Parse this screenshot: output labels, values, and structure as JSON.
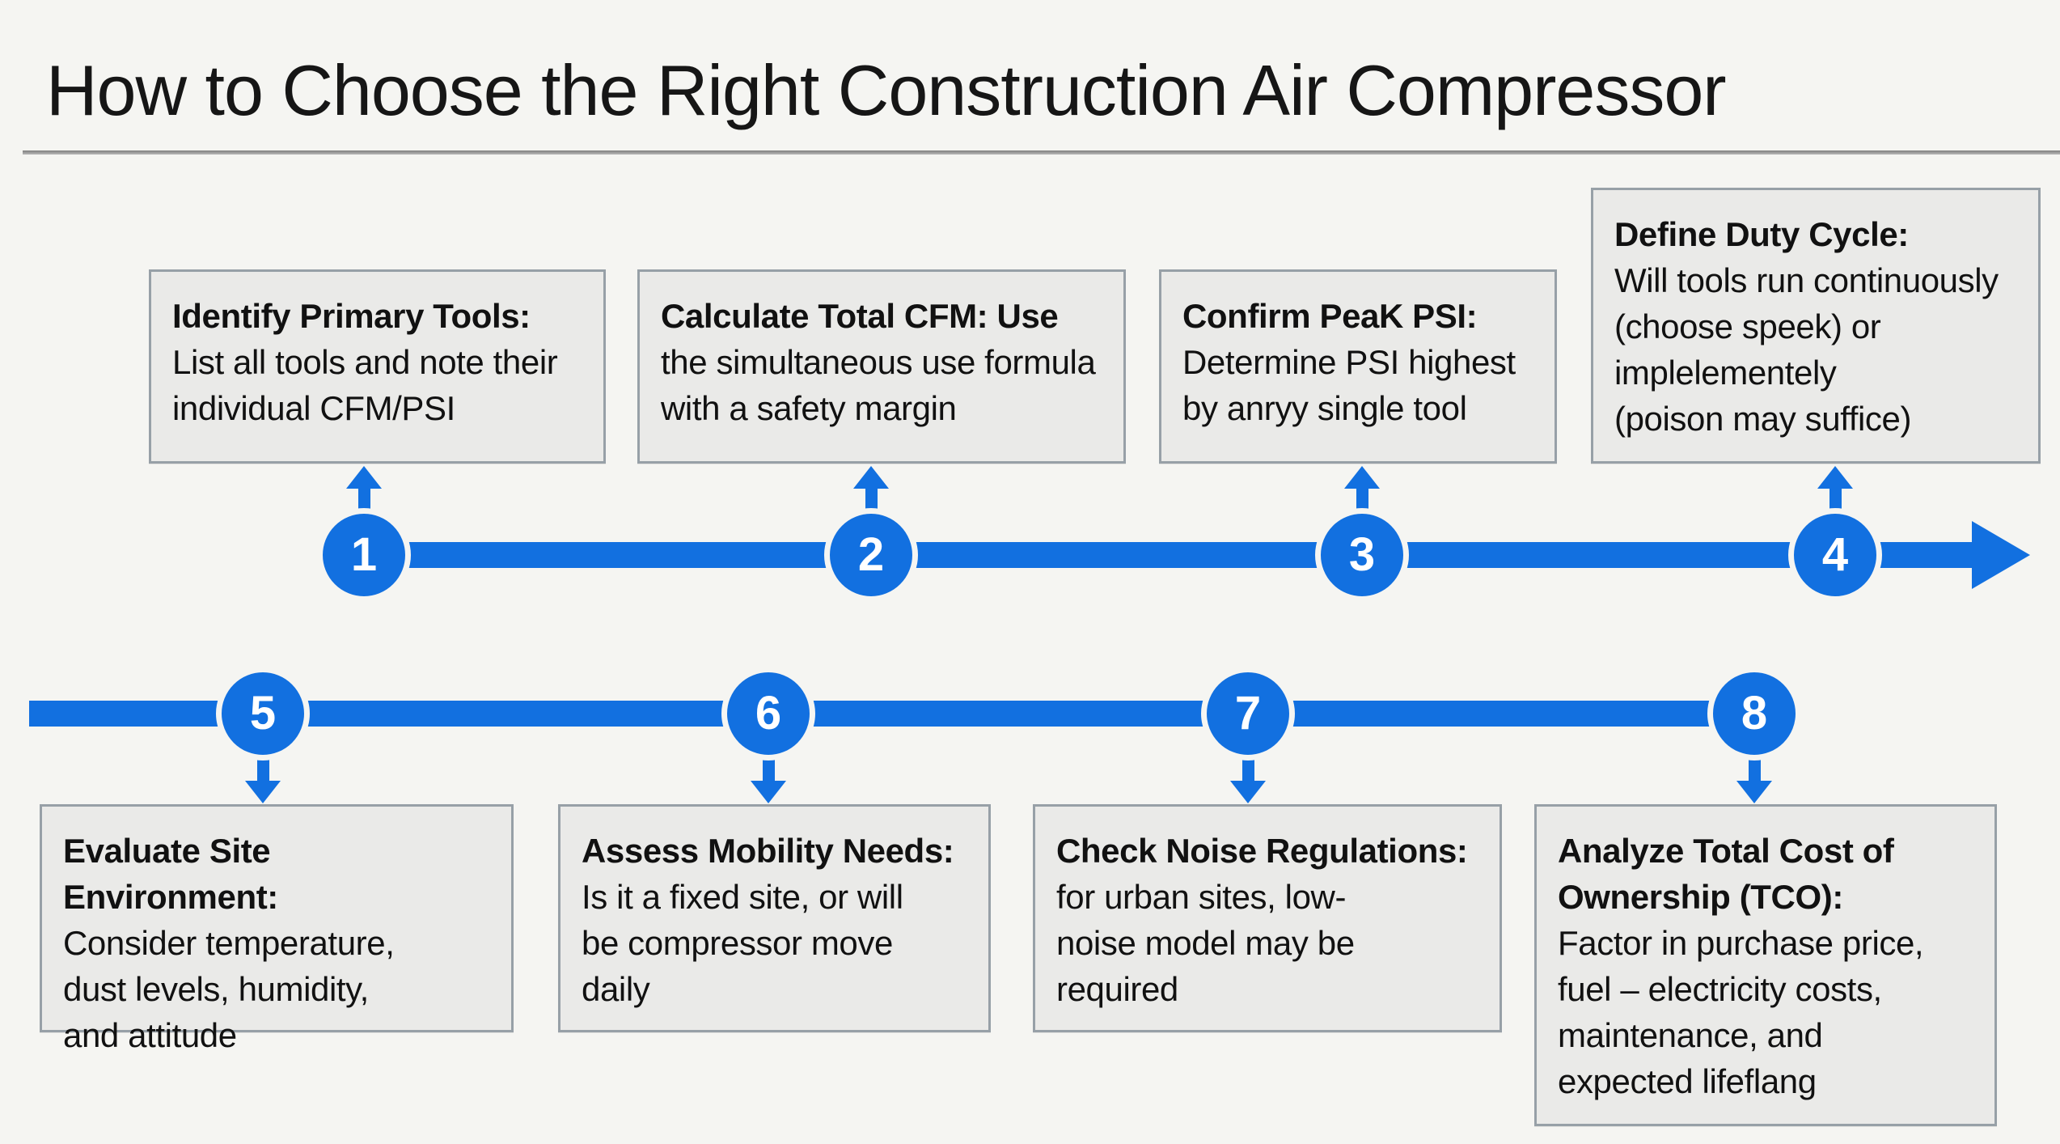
{
  "title": "How to Choose the Right Construction Air Compressor",
  "colors": {
    "accent_blue": "#1270e0",
    "box_bg": "#eaeae8",
    "box_border": "#97a0a7",
    "page_bg": "#f5f5f2",
    "title_text": "#161616",
    "divider": "#8f8f8f",
    "step_number_text": "#ffffff",
    "box_text": "#111111"
  },
  "steps": [
    {
      "number": "1",
      "heading": "Identify Primary Tools:",
      "body": "List all tools and note their\nindividual CFM/PSI"
    },
    {
      "number": "2",
      "heading": "Calculate Total CFM: Use",
      "body": "the simultaneous use formula\nwith a safety margin"
    },
    {
      "number": "3",
      "heading": "Confirm PeaK PSI:",
      "body": "Determine PSI highest\nby anryy single tool"
    },
    {
      "number": "4",
      "heading": "Define Duty Cycle:",
      "body": "Will tools run continuously\n(choose speek) or\nimplelementely\n(poison may suffice)"
    },
    {
      "number": "5",
      "heading": "Evaluate Site Environment:",
      "body": "Consider temperature,\ndust levels, humidity,\nand attitude"
    },
    {
      "number": "6",
      "heading": "Assess Mobility Needs:",
      "body": "Is it a fixed site, or will\nbe compressor move\ndaily"
    },
    {
      "number": "7",
      "heading": "Check Noise Regulations:",
      "body": "for urban sites, low-\nnoise model may be\nrequired"
    },
    {
      "number": "8",
      "heading": "Analyze Total Cost of\nOwnership (TCO):",
      "body": "Factor in purchase price,\nfuel – electricity costs,\nmaintenance, and\nexpected lifeflang"
    }
  ]
}
